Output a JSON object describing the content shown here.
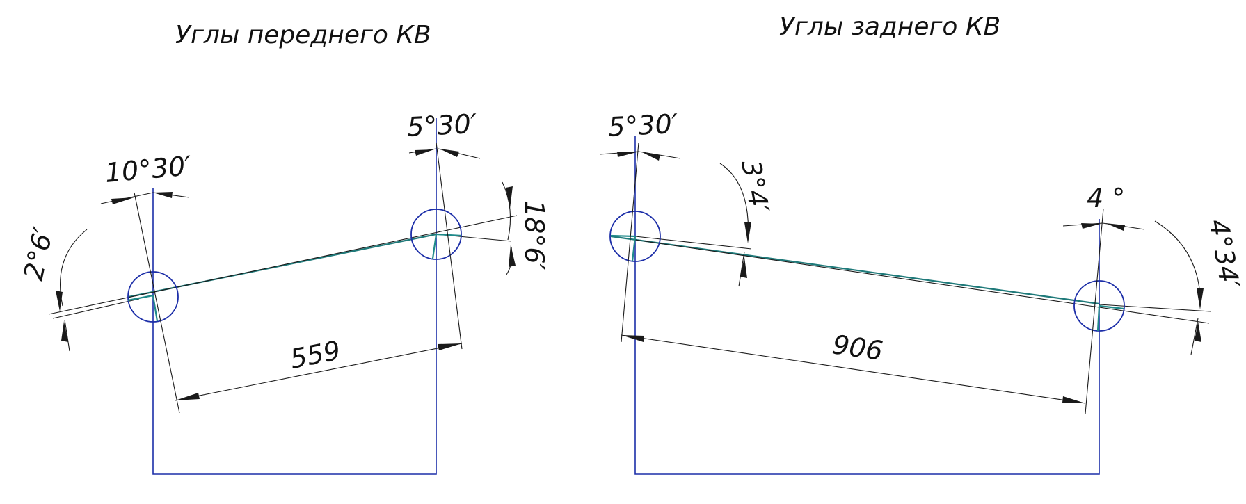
{
  "titles": {
    "front": "Углы переднего КВ",
    "rear": "Углы заднего КВ"
  },
  "front": {
    "angle_top_left": "10°30′",
    "angle_left_side": "2°6′",
    "angle_top_right": "5°30′",
    "angle_right_side": "18°6′",
    "length": "559"
  },
  "rear": {
    "angle_top_left": "5°30′",
    "angle_left_side": "3°4′",
    "angle_top_right": "4 °",
    "angle_right_side": "4°34′",
    "length": "906"
  },
  "colors": {
    "ink": "#1a1a1a",
    "frame_blue": "#1c2ea8",
    "axis_teal": "#1f7a7a"
  }
}
